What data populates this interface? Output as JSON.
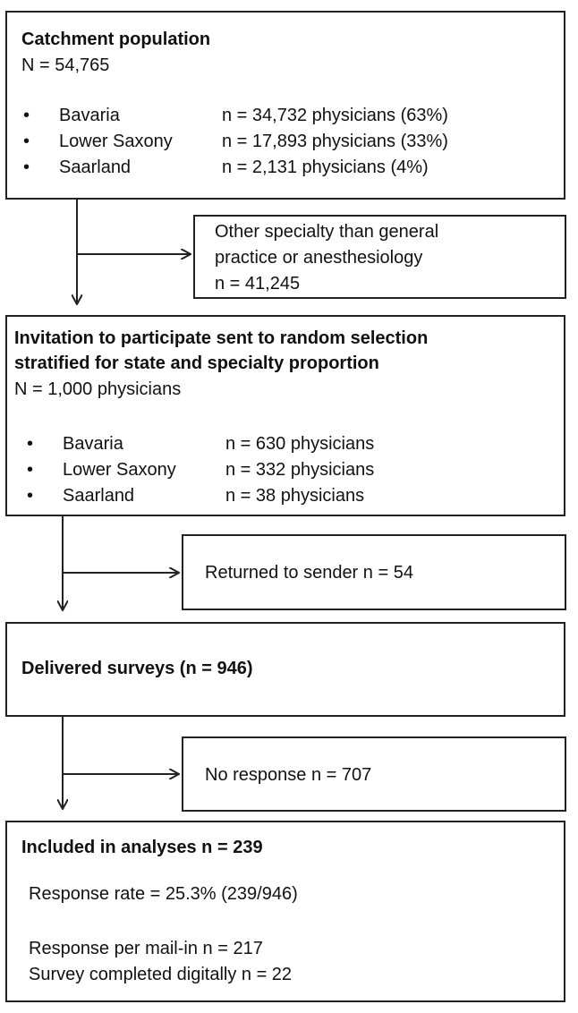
{
  "box1": {
    "title": "Catchment population",
    "total": "N = 54,765",
    "rows": [
      {
        "bullet": "•",
        "state": "Bavaria",
        "count": "n = 34,732 physicians (63%)"
      },
      {
        "bullet": "•",
        "state": "Lower Saxony",
        "count": "n = 17,893 physicians (33%)"
      },
      {
        "bullet": "•",
        "state": "Saarland",
        "count": "n = 2,131 physicians (4%)"
      }
    ]
  },
  "exclude1": {
    "line1": "Other specialty than general",
    "line2": "practice or anesthesiology",
    "line3": "n = 41,245"
  },
  "box2": {
    "title_line1": "Invitation to participate sent to random selection",
    "title_line2": "stratified for state and specialty proportion",
    "total": "N = 1,000 physicians",
    "rows": [
      {
        "bullet": "•",
        "state": "Bavaria",
        "count": "n = 630 physicians"
      },
      {
        "bullet": "•",
        "state": "Lower Saxony",
        "count": "n = 332 physicians"
      },
      {
        "bullet": "•",
        "state": "Saarland",
        "count": "n = 38 physicians"
      }
    ]
  },
  "exclude2": {
    "text": "Returned to sender n = 54"
  },
  "box3": {
    "title": "Delivered surveys (n = 946)"
  },
  "exclude3": {
    "text": "No response n = 707"
  },
  "box4": {
    "title": "Included in analyses n = 239",
    "rate": "Response rate = 25.3% (239/946)",
    "mail": "Response per mail-in n = 217",
    "digital": "Survey completed digitally n = 22"
  }
}
